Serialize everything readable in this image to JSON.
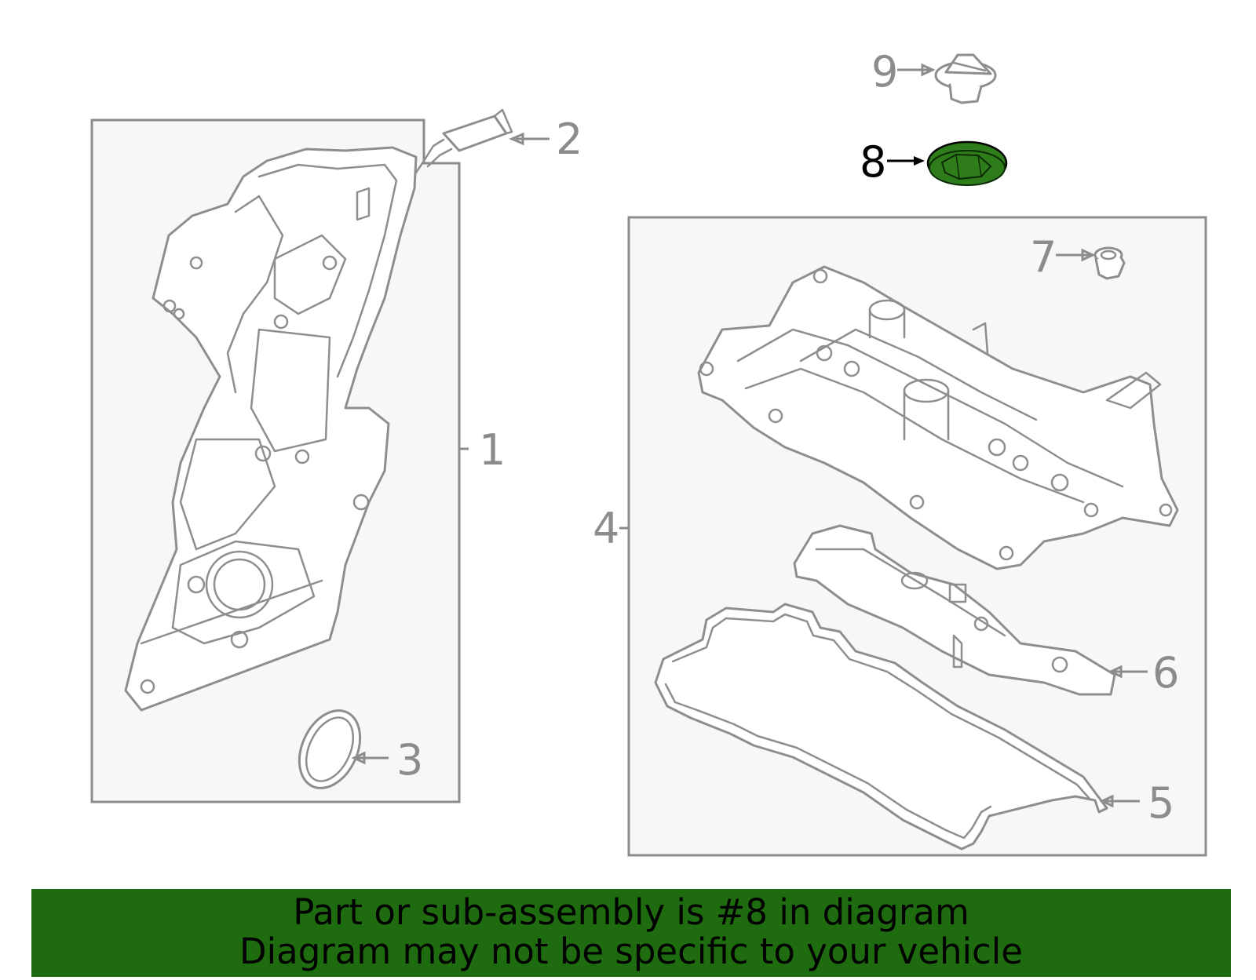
{
  "callouts": [
    {
      "id": "1",
      "label": "1"
    },
    {
      "id": "2",
      "label": "2"
    },
    {
      "id": "3",
      "label": "3"
    },
    {
      "id": "4",
      "label": "4"
    },
    {
      "id": "5",
      "label": "5"
    },
    {
      "id": "6",
      "label": "6"
    },
    {
      "id": "7",
      "label": "7"
    },
    {
      "id": "8",
      "label": "8"
    },
    {
      "id": "9",
      "label": "9"
    }
  ],
  "highlighted_part": "8",
  "colors": {
    "highlight": "#2f7d1a",
    "banner": "#1f6b0f",
    "line_art": "#8e8e8e"
  },
  "banner": {
    "line1": "Part or sub-assembly is #8 in diagram",
    "line2": "Diagram may not be specific to your vehicle"
  }
}
